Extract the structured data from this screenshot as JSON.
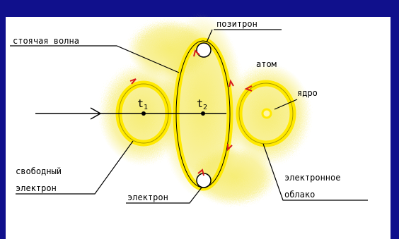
{
  "labels": {
    "positron": "позитрон",
    "standing_wave": "стоячая волна",
    "atom": "атом",
    "nucleus": "ядро",
    "t1": "t",
    "t1_sub": "1",
    "t2": "t",
    "t2_sub": "2",
    "free_electron_line1": "свободный",
    "free_electron_line2": "электрон",
    "electron": "электрон",
    "electron_cloud_line1": "электронное",
    "electron_cloud_line2": "облако"
  },
  "colors": {
    "background": "#10108c",
    "panel": "#ffffff",
    "cloud": "#f1e23a",
    "ring": "#ffe900",
    "arrow_red": "#d81a1a",
    "ink": "#000000"
  }
}
